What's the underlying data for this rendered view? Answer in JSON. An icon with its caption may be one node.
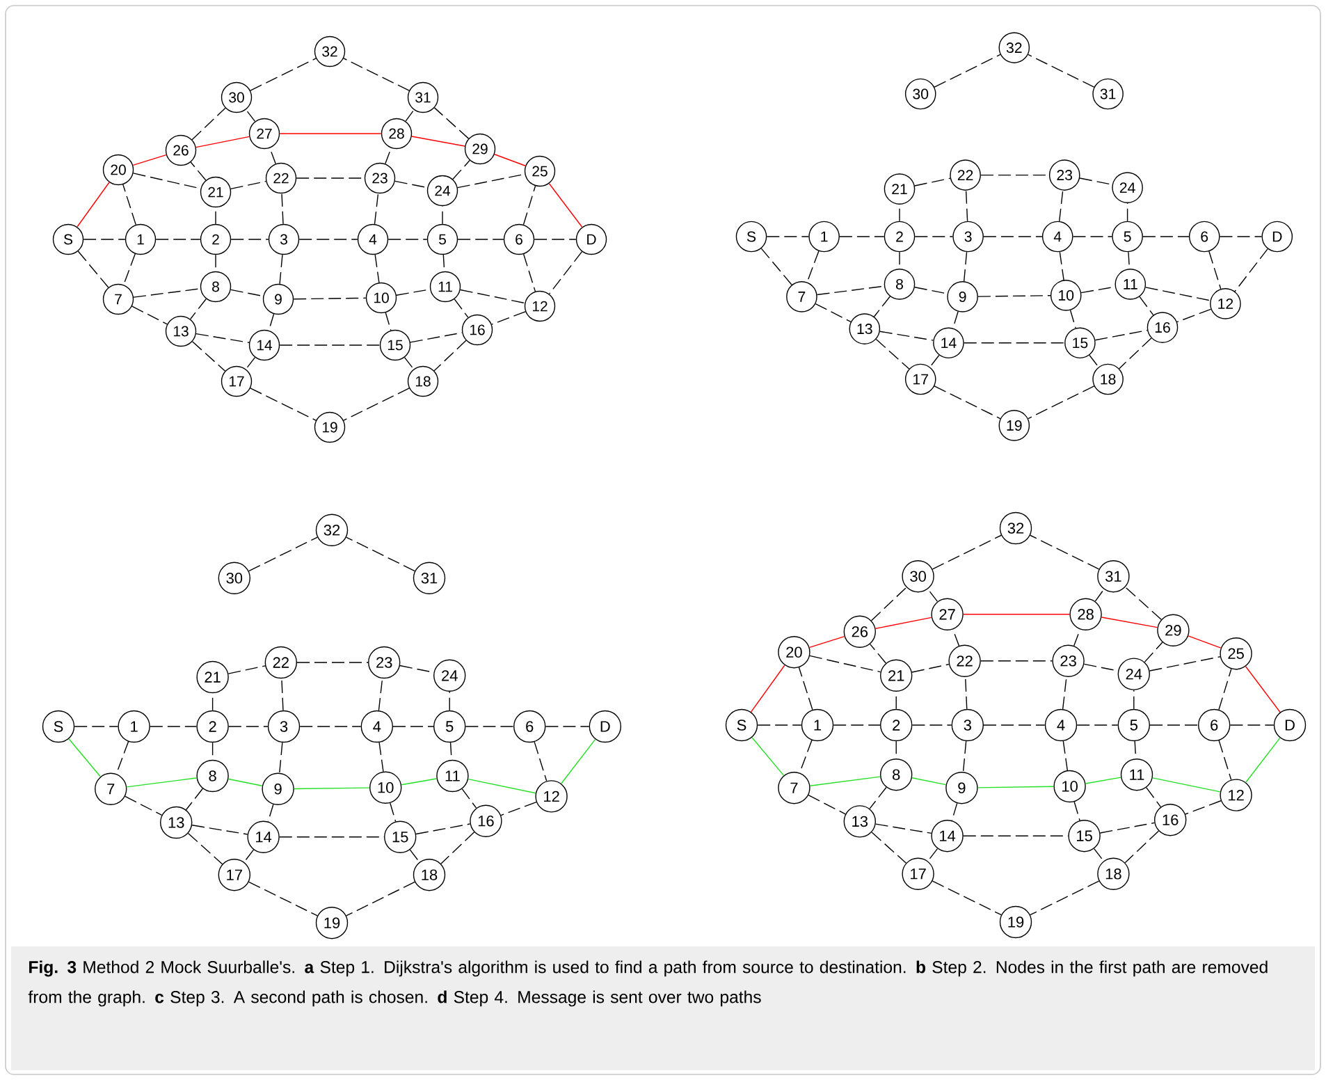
{
  "diagram": {
    "caption": "**Fig. 3**  Method 2 Mock Suurballe's. **a** Step 1. Dijkstra's algorithm is used to find a path from source to destination. **b** Step 2. Nodes in the first path are removed from the graph. **c** Step 3. A second path is chosen. **d** Step 4. Message is sent over two paths",
    "nodes": [
      {
        "text": [
          "32"
        ]
      },
      {
        "text": [
          "30"
        ]
      },
      {
        "text": [
          "31"
        ]
      },
      {
        "text": [
          "27"
        ]
      },
      {
        "text": [
          "28"
        ]
      },
      {
        "text": [
          "26"
        ]
      },
      {
        "text": [
          "29"
        ]
      },
      {
        "text": [
          "20"
        ]
      },
      {
        "text": [
          "25"
        ]
      },
      {
        "text": [
          "21"
        ]
      },
      {
        "text": [
          "22"
        ]
      },
      {
        "text": [
          "23"
        ]
      },
      {
        "text": [
          "24"
        ]
      },
      {
        "text": [
          "S"
        ]
      },
      {
        "text": [
          "1"
        ]
      },
      {
        "text": [
          "2"
        ]
      },
      {
        "text": [
          "3"
        ]
      },
      {
        "text": [
          "4"
        ]
      },
      {
        "text": [
          "5"
        ]
      },
      {
        "text": [
          "6"
        ]
      },
      {
        "text": [
          "D"
        ]
      },
      {
        "text": [
          "8"
        ]
      },
      {
        "text": [
          "11"
        ]
      },
      {
        "text": [
          "7"
        ]
      },
      {
        "text": [
          "9"
        ]
      },
      {
        "text": [
          "10"
        ]
      },
      {
        "text": [
          "12"
        ]
      },
      {
        "text": [
          "13"
        ]
      },
      {
        "text": [
          "16"
        ]
      },
      {
        "text": [
          "14"
        ]
      },
      {
        "text": [
          "15"
        ]
      },
      {
        "text": [
          "17"
        ]
      },
      {
        "text": [
          "18"
        ]
      },
      {
        "text": [
          "19"
        ]
      },
      {
        "text": [
          "32"
        ]
      },
      {
        "text": [
          "30"
        ]
      },
      {
        "text": [
          "31"
        ]
      },
      {
        "text": [
          "21"
        ]
      },
      {
        "text": [
          "22"
        ]
      },
      {
        "text": [
          "23"
        ]
      },
      {
        "text": [
          "24"
        ]
      },
      {
        "text": [
          "S"
        ]
      },
      {
        "text": [
          "1"
        ]
      },
      {
        "text": [
          "2"
        ]
      },
      {
        "text": [
          "3"
        ]
      },
      {
        "text": [
          "4"
        ]
      },
      {
        "text": [
          "5"
        ]
      },
      {
        "text": [
          "6"
        ]
      },
      {
        "text": [
          "D"
        ]
      },
      {
        "text": [
          "8"
        ]
      },
      {
        "text": [
          "11"
        ]
      },
      {
        "text": [
          "7"
        ]
      },
      {
        "text": [
          "9"
        ]
      },
      {
        "text": [
          "10"
        ]
      },
      {
        "text": [
          "12"
        ]
      },
      {
        "text": [
          "13"
        ]
      },
      {
        "text": [
          "16"
        ]
      },
      {
        "text": [
          "14"
        ]
      },
      {
        "text": [
          "15"
        ]
      },
      {
        "text": [
          "17"
        ]
      },
      {
        "text": [
          "18"
        ]
      },
      {
        "text": [
          "19"
        ]
      },
      {
        "text": [
          "32"
        ]
      },
      {
        "text": [
          "30"
        ]
      },
      {
        "text": [
          "31"
        ]
      },
      {
        "text": [
          "21"
        ]
      },
      {
        "text": [
          "22"
        ]
      },
      {
        "text": [
          "23"
        ]
      },
      {
        "text": [
          "24"
        ]
      },
      {
        "text": [
          "S"
        ]
      },
      {
        "text": [
          "1"
        ]
      },
      {
        "text": [
          "2"
        ]
      },
      {
        "text": [
          "3"
        ]
      },
      {
        "text": [
          "4"
        ]
      },
      {
        "text": [
          "5"
        ]
      },
      {
        "text": [
          "6"
        ]
      },
      {
        "text": [
          "D"
        ]
      },
      {
        "text": [
          "8"
        ]
      },
      {
        "text": [
          "11"
        ]
      },
      {
        "text": [
          "7"
        ]
      },
      {
        "text": [
          "9"
        ]
      },
      {
        "text": [
          "10"
        ]
      },
      {
        "text": [
          "12"
        ]
      },
      {
        "text": [
          "13"
        ]
      },
      {
        "text": [
          "16"
        ]
      },
      {
        "text": [
          "14"
        ]
      },
      {
        "text": [
          "15"
        ]
      },
      {
        "text": [
          "17"
        ]
      },
      {
        "text": [
          "18"
        ]
      },
      {
        "text": [
          "19"
        ]
      },
      {
        "text": [
          "32"
        ]
      },
      {
        "text": [
          "30"
        ]
      },
      {
        "text": [
          "31"
        ]
      },
      {
        "text": [
          "27"
        ]
      },
      {
        "text": [
          "28"
        ]
      },
      {
        "text": [
          "26"
        ]
      },
      {
        "text": [
          "29"
        ]
      },
      {
        "text": [
          "20"
        ]
      },
      {
        "text": [
          "25"
        ]
      },
      {
        "text": [
          "21"
        ]
      },
      {
        "text": [
          "22"
        ]
      },
      {
        "text": [
          "23"
        ]
      },
      {
        "text": [
          "24"
        ]
      },
      {
        "text": [
          "S"
        ]
      },
      {
        "text": [
          "1"
        ]
      },
      {
        "text": [
          "2"
        ]
      },
      {
        "text": [
          "3"
        ]
      },
      {
        "text": [
          "4"
        ]
      },
      {
        "text": [
          "5"
        ]
      },
      {
        "text": [
          "6"
        ]
      },
      {
        "text": [
          "D"
        ]
      },
      {
        "text": [
          "8"
        ]
      },
      {
        "text": [
          "11"
        ]
      },
      {
        "text": [
          "7"
        ]
      },
      {
        "text": [
          "9"
        ]
      },
      {
        "text": [
          "10"
        ]
      },
      {
        "text": [
          "12"
        ]
      },
      {
        "text": [
          "13"
        ]
      },
      {
        "text": [
          "16"
        ]
      },
      {
        "text": [
          "14"
        ]
      },
      {
        "text": [
          "15"
        ]
      },
      {
        "text": [
          "17"
        ]
      },
      {
        "text": [
          "18"
        ]
      },
      {
        "text": [
          "19"
        ]
      }
    ],
    "edges": [
      {
        "from": 13,
        "to": 14,
        "arrow": "none",
        "style": "dashed"
      },
      {
        "from": 13,
        "to": 7,
        "arrow": "none",
        "color": "#ff0000"
      },
      {
        "from": 13,
        "to": 23,
        "arrow": "none",
        "style": "dashed"
      },
      {
        "from": 14,
        "to": 15,
        "arrow": "none",
        "style": "dashed"
      },
      {
        "from": 14,
        "to": 7,
        "arrow": "none",
        "style": "dashed"
      },
      {
        "from": 14,
        "to": 23,
        "arrow": "none",
        "style": "dashed"
      },
      {
        "from": 15,
        "to": 16,
        "arrow": "none",
        "style": "dashed"
      },
      {
        "from": 15,
        "to": 9,
        "arrow": "none",
        "style": "dashed"
      },
      {
        "from": 15,
        "to": 21,
        "arrow": "none",
        "style": "dashed"
      },
      {
        "from": 16,
        "to": 17,
        "arrow": "none",
        "style": "dashed"
      },
      {
        "from": 16,
        "to": 10,
        "arrow": "none",
        "style": "dashed"
      },
      {
        "from": 16,
        "to": 24,
        "arrow": "none",
        "style": "dashed"
      },
      {
        "from": 17,
        "to": 18,
        "arrow": "none",
        "style": "dashed"
      },
      {
        "from": 17,
        "to": 11,
        "arrow": "none",
        "style": "dashed"
      },
      {
        "from": 17,
        "to": 25,
        "arrow": "none",
        "style": "dashed"
      },
      {
        "from": 18,
        "to": 19,
        "arrow": "none",
        "style": "dashed"
      },
      {
        "from": 18,
        "to": 12,
        "arrow": "none",
        "style": "dashed"
      },
      {
        "from": 18,
        "to": 22,
        "arrow": "none",
        "style": "dashed"
      },
      {
        "from": 19,
        "to": 20,
        "arrow": "none",
        "style": "dashed"
      },
      {
        "from": 19,
        "to": 8,
        "arrow": "none",
        "style": "dashed"
      },
      {
        "from": 19,
        "to": 26,
        "arrow": "none",
        "style": "dashed"
      },
      {
        "from": 20,
        "to": 8,
        "arrow": "none",
        "color": "#ff0000"
      },
      {
        "from": 20,
        "to": 26,
        "arrow": "none",
        "style": "dashed"
      },
      {
        "from": 7,
        "to": 9,
        "arrow": "none",
        "style": "dashed"
      },
      {
        "from": 7,
        "to": 5,
        "arrow": "none",
        "color": "#ff0000"
      },
      {
        "from": 9,
        "to": 10,
        "arrow": "none",
        "style": "dashed"
      },
      {
        "from": 9,
        "to": 5,
        "arrow": "none",
        "style": "dashed"
      },
      {
        "from": 10,
        "to": 11,
        "arrow": "none",
        "style": "dashed"
      },
      {
        "from": 10,
        "to": 3,
        "arrow": "none",
        "style": "dashed"
      },
      {
        "from": 11,
        "to": 12,
        "arrow": "none",
        "style": "dashed"
      },
      {
        "from": 11,
        "to": 4,
        "arrow": "none",
        "style": "dashed"
      },
      {
        "from": 12,
        "to": 8,
        "arrow": "none",
        "style": "dashed"
      },
      {
        "from": 12,
        "to": 6,
        "arrow": "none",
        "style": "dashed"
      },
      {
        "from": 5,
        "to": 3,
        "arrow": "none",
        "color": "#ff0000"
      },
      {
        "from": 5,
        "to": 1,
        "arrow": "none",
        "style": "dashed"
      },
      {
        "from": 3,
        "to": 4,
        "arrow": "none",
        "color": "#ff0000"
      },
      {
        "from": 3,
        "to": 1,
        "arrow": "none",
        "style": "dashed"
      },
      {
        "from": 4,
        "to": 6,
        "arrow": "none",
        "color": "#ff0000"
      },
      {
        "from": 4,
        "to": 2,
        "arrow": "none",
        "style": "dashed"
      },
      {
        "from": 6,
        "to": 8,
        "arrow": "none",
        "color": "#ff0000"
      },
      {
        "from": 6,
        "to": 2,
        "arrow": "none",
        "style": "dashed"
      },
      {
        "from": 1,
        "to": 0,
        "arrow": "none",
        "style": "dashed"
      },
      {
        "from": 2,
        "to": 0,
        "arrow": "none",
        "style": "dashed"
      },
      {
        "from": 23,
        "to": 21,
        "arrow": "none",
        "style": "dashed"
      },
      {
        "from": 23,
        "to": 27,
        "arrow": "none",
        "style": "dashed"
      },
      {
        "from": 21,
        "to": 24,
        "arrow": "none",
        "style": "dashed"
      },
      {
        "from": 21,
        "to": 27,
        "arrow": "none",
        "style": "dashed"
      },
      {
        "from": 24,
        "to": 25,
        "arrow": "none",
        "style": "dashed"
      },
      {
        "from": 24,
        "to": 29,
        "arrow": "none",
        "style": "dashed"
      },
      {
        "from": 25,
        "to": 22,
        "arrow": "none",
        "style": "dashed"
      },
      {
        "from": 25,
        "to": 30,
        "arrow": "none",
        "style": "dashed"
      },
      {
        "from": 22,
        "to": 26,
        "arrow": "none",
        "style": "dashed"
      },
      {
        "from": 22,
        "to": 28,
        "arrow": "none",
        "style": "dashed"
      },
      {
        "from": 26,
        "to": 28,
        "arrow": "none",
        "style": "dashed"
      },
      {
        "from": 27,
        "to": 29,
        "arrow": "none",
        "style": "dashed"
      },
      {
        "from": 27,
        "to": 31,
        "arrow": "none",
        "style": "dashed"
      },
      {
        "from": 29,
        "to": 30,
        "arrow": "none",
        "style": "dashed"
      },
      {
        "from": 29,
        "to": 31,
        "arrow": "none",
        "style": "dashed"
      },
      {
        "from": 30,
        "to": 28,
        "arrow": "none",
        "style": "dashed"
      },
      {
        "from": 30,
        "to": 32,
        "arrow": "none",
        "style": "dashed"
      },
      {
        "from": 28,
        "to": 32,
        "arrow": "none",
        "style": "dashed"
      },
      {
        "from": 31,
        "to": 33,
        "arrow": "none",
        "style": "dashed"
      },
      {
        "from": 32,
        "to": 33,
        "arrow": "none",
        "style": "dashed"
      },
      {
        "from": 41,
        "to": 42,
        "arrow": "none",
        "style": "dashed"
      },
      {
        "from": 41,
        "to": 51,
        "arrow": "none",
        "style": "dashed"
      },
      {
        "from": 42,
        "to": 43,
        "arrow": "none",
        "style": "dashed"
      },
      {
        "from": 42,
        "to": 51,
        "arrow": "none",
        "style": "dashed"
      },
      {
        "from": 43,
        "to": 44,
        "arrow": "none",
        "style": "dashed"
      },
      {
        "from": 43,
        "to": 37,
        "arrow": "none",
        "style": "dashed"
      },
      {
        "from": 43,
        "to": 49,
        "arrow": "none",
        "style": "dashed"
      },
      {
        "from": 44,
        "to": 45,
        "arrow": "none",
        "style": "dashed"
      },
      {
        "from": 44,
        "to": 38,
        "arrow": "none",
        "style": "dashed"
      },
      {
        "from": 44,
        "to": 52,
        "arrow": "none",
        "style": "dashed"
      },
      {
        "from": 45,
        "to": 46,
        "arrow": "none",
        "style": "dashed"
      },
      {
        "from": 45,
        "to": 39,
        "arrow": "none",
        "style": "dashed"
      },
      {
        "from": 45,
        "to": 53,
        "arrow": "none",
        "style": "dashed"
      },
      {
        "from": 46,
        "to": 47,
        "arrow": "none",
        "style": "dashed"
      },
      {
        "from": 46,
        "to": 40,
        "arrow": "none",
        "style": "dashed"
      },
      {
        "from": 46,
        "to": 50,
        "arrow": "none",
        "style": "dashed"
      },
      {
        "from": 47,
        "to": 48,
        "arrow": "none",
        "style": "dashed"
      },
      {
        "from": 47,
        "to": 54,
        "arrow": "none",
        "style": "dashed"
      },
      {
        "from": 48,
        "to": 54,
        "arrow": "none",
        "style": "dashed"
      },
      {
        "from": 37,
        "to": 38,
        "arrow": "none",
        "style": "dashed"
      },
      {
        "from": 38,
        "to": 39,
        "arrow": "none",
        "style": "dashed"
      },
      {
        "from": 39,
        "to": 40,
        "arrow": "none",
        "style": "dashed"
      },
      {
        "from": 35,
        "to": 34,
        "arrow": "none",
        "style": "dashed"
      },
      {
        "from": 36,
        "to": 34,
        "arrow": "none",
        "style": "dashed"
      },
      {
        "from": 51,
        "to": 49,
        "arrow": "none",
        "style": "dashed"
      },
      {
        "from": 51,
        "to": 55,
        "arrow": "none",
        "style": "dashed"
      },
      {
        "from": 49,
        "to": 52,
        "arrow": "none",
        "style": "dashed"
      },
      {
        "from": 49,
        "to": 55,
        "arrow": "none",
        "style": "dashed"
      },
      {
        "from": 52,
        "to": 53,
        "arrow": "none",
        "style": "dashed"
      },
      {
        "from": 52,
        "to": 57,
        "arrow": "none",
        "style": "dashed"
      },
      {
        "from": 53,
        "to": 50,
        "arrow": "none",
        "style": "dashed"
      },
      {
        "from": 53,
        "to": 58,
        "arrow": "none",
        "style": "dashed"
      },
      {
        "from": 50,
        "to": 54,
        "arrow": "none",
        "style": "dashed"
      },
      {
        "from": 50,
        "to": 56,
        "arrow": "none",
        "style": "dashed"
      },
      {
        "from": 54,
        "to": 56,
        "arrow": "none",
        "style": "dashed"
      },
      {
        "from": 55,
        "to": 57,
        "arrow": "none",
        "style": "dashed"
      },
      {
        "from": 55,
        "to": 59,
        "arrow": "none",
        "style": "dashed"
      },
      {
        "from": 57,
        "to": 58,
        "arrow": "none",
        "style": "dashed"
      },
      {
        "from": 57,
        "to": 59,
        "arrow": "none",
        "style": "dashed"
      },
      {
        "from": 58,
        "to": 56,
        "arrow": "none",
        "style": "dashed"
      },
      {
        "from": 58,
        "to": 60,
        "arrow": "none",
        "style": "dashed"
      },
      {
        "from": 56,
        "to": 60,
        "arrow": "none",
        "style": "dashed"
      },
      {
        "from": 59,
        "to": 61,
        "arrow": "none",
        "style": "dashed"
      },
      {
        "from": 60,
        "to": 61,
        "arrow": "none",
        "style": "dashed"
      },
      {
        "from": 69,
        "to": 70,
        "arrow": "none",
        "style": "dashed"
      },
      {
        "from": 69,
        "to": 79,
        "arrow": "none",
        "color": "#22e022"
      },
      {
        "from": 70,
        "to": 71,
        "arrow": "none",
        "style": "dashed"
      },
      {
        "from": 70,
        "to": 79,
        "arrow": "none",
        "style": "dashed"
      },
      {
        "from": 71,
        "to": 72,
        "arrow": "none",
        "style": "dashed"
      },
      {
        "from": 71,
        "to": 65,
        "arrow": "none",
        "style": "dashed"
      },
      {
        "from": 71,
        "to": 77,
        "arrow": "none",
        "style": "dashed"
      },
      {
        "from": 72,
        "to": 73,
        "arrow": "none",
        "style": "dashed"
      },
      {
        "from": 72,
        "to": 66,
        "arrow": "none",
        "style": "dashed"
      },
      {
        "from": 72,
        "to": 80,
        "arrow": "none",
        "style": "dashed"
      },
      {
        "from": 73,
        "to": 74,
        "arrow": "none",
        "style": "dashed"
      },
      {
        "from": 73,
        "to": 67,
        "arrow": "none",
        "style": "dashed"
      },
      {
        "from": 73,
        "to": 81,
        "arrow": "none",
        "style": "dashed"
      },
      {
        "from": 74,
        "to": 75,
        "arrow": "none",
        "style": "dashed"
      },
      {
        "from": 74,
        "to": 68,
        "arrow": "none",
        "style": "dashed"
      },
      {
        "from": 74,
        "to": 78,
        "arrow": "none",
        "style": "dashed"
      },
      {
        "from": 75,
        "to": 76,
        "arrow": "none",
        "style": "dashed"
      },
      {
        "from": 75,
        "to": 82,
        "arrow": "none",
        "style": "dashed"
      },
      {
        "from": 76,
        "to": 82,
        "arrow": "none",
        "color": "#22e022"
      },
      {
        "from": 65,
        "to": 66,
        "arrow": "none",
        "style": "dashed"
      },
      {
        "from": 66,
        "to": 67,
        "arrow": "none",
        "style": "dashed"
      },
      {
        "from": 67,
        "to": 68,
        "arrow": "none",
        "style": "dashed"
      },
      {
        "from": 63,
        "to": 62,
        "arrow": "none",
        "style": "dashed"
      },
      {
        "from": 64,
        "to": 62,
        "arrow": "none",
        "style": "dashed"
      },
      {
        "from": 79,
        "to": 77,
        "arrow": "none",
        "color": "#22e022"
      },
      {
        "from": 79,
        "to": 83,
        "arrow": "none",
        "style": "dashed"
      },
      {
        "from": 77,
        "to": 80,
        "arrow": "none",
        "color": "#22e022"
      },
      {
        "from": 77,
        "to": 83,
        "arrow": "none",
        "style": "dashed"
      },
      {
        "from": 80,
        "to": 81,
        "arrow": "none",
        "color": "#22e022"
      },
      {
        "from": 80,
        "to": 85,
        "arrow": "none",
        "style": "dashed"
      },
      {
        "from": 81,
        "to": 78,
        "arrow": "none",
        "color": "#22e022"
      },
      {
        "from": 81,
        "to": 86,
        "arrow": "none",
        "style": "dashed"
      },
      {
        "from": 78,
        "to": 82,
        "arrow": "none",
        "color": "#22e022"
      },
      {
        "from": 78,
        "to": 84,
        "arrow": "none",
        "style": "dashed"
      },
      {
        "from": 82,
        "to": 84,
        "arrow": "none",
        "style": "dashed"
      },
      {
        "from": 83,
        "to": 85,
        "arrow": "none",
        "style": "dashed"
      },
      {
        "from": 83,
        "to": 87,
        "arrow": "none",
        "style": "dashed"
      },
      {
        "from": 85,
        "to": 86,
        "arrow": "none",
        "style": "dashed"
      },
      {
        "from": 85,
        "to": 87,
        "arrow": "none",
        "style": "dashed"
      },
      {
        "from": 86,
        "to": 84,
        "arrow": "none",
        "style": "dashed"
      },
      {
        "from": 86,
        "to": 88,
        "arrow": "none",
        "style": "dashed"
      },
      {
        "from": 84,
        "to": 88,
        "arrow": "none",
        "style": "dashed"
      },
      {
        "from": 87,
        "to": 89,
        "arrow": "none",
        "style": "dashed"
      },
      {
        "from": 88,
        "to": 89,
        "arrow": "none",
        "style": "dashed"
      },
      {
        "from": 103,
        "to": 104,
        "arrow": "none",
        "style": "dashed"
      },
      {
        "from": 103,
        "to": 97,
        "arrow": "none",
        "color": "#ff0000"
      },
      {
        "from": 103,
        "to": 113,
        "arrow": "none",
        "color": "#22e022"
      },
      {
        "from": 104,
        "to": 105,
        "arrow": "none",
        "style": "dashed"
      },
      {
        "from": 104,
        "to": 97,
        "arrow": "none",
        "style": "dashed"
      },
      {
        "from": 104,
        "to": 113,
        "arrow": "none",
        "style": "dashed"
      },
      {
        "from": 105,
        "to": 106,
        "arrow": "none",
        "style": "dashed"
      },
      {
        "from": 105,
        "to": 99,
        "arrow": "none",
        "style": "dashed"
      },
      {
        "from": 105,
        "to": 111,
        "arrow": "none",
        "style": "dashed"
      },
      {
        "from": 106,
        "to": 107,
        "arrow": "none",
        "style": "dashed"
      },
      {
        "from": 106,
        "to": 100,
        "arrow": "none",
        "style": "dashed"
      },
      {
        "from": 106,
        "to": 114,
        "arrow": "none",
        "style": "dashed"
      },
      {
        "from": 107,
        "to": 108,
        "arrow": "none",
        "style": "dashed"
      },
      {
        "from": 107,
        "to": 101,
        "arrow": "none",
        "style": "dashed"
      },
      {
        "from": 107,
        "to": 115,
        "arrow": "none",
        "style": "dashed"
      },
      {
        "from": 108,
        "to": 109,
        "arrow": "none",
        "style": "dashed"
      },
      {
        "from": 108,
        "to": 102,
        "arrow": "none",
        "style": "dashed"
      },
      {
        "from": 108,
        "to": 112,
        "arrow": "none",
        "style": "dashed"
      },
      {
        "from": 109,
        "to": 110,
        "arrow": "none",
        "style": "dashed"
      },
      {
        "from": 109,
        "to": 98,
        "arrow": "none",
        "style": "dashed"
      },
      {
        "from": 109,
        "to": 116,
        "arrow": "none",
        "style": "dashed"
      },
      {
        "from": 110,
        "to": 98,
        "arrow": "none",
        "color": "#ff0000"
      },
      {
        "from": 110,
        "to": 116,
        "arrow": "none",
        "color": "#22e022"
      },
      {
        "from": 97,
        "to": 99,
        "arrow": "none",
        "style": "dashed"
      },
      {
        "from": 97,
        "to": 95,
        "arrow": "none",
        "color": "#ff0000"
      },
      {
        "from": 99,
        "to": 100,
        "arrow": "none",
        "style": "dashed"
      },
      {
        "from": 99,
        "to": 95,
        "arrow": "none",
        "style": "dashed"
      },
      {
        "from": 100,
        "to": 101,
        "arrow": "none",
        "style": "dashed"
      },
      {
        "from": 100,
        "to": 93,
        "arrow": "none",
        "style": "dashed"
      },
      {
        "from": 101,
        "to": 102,
        "arrow": "none",
        "style": "dashed"
      },
      {
        "from": 101,
        "to": 94,
        "arrow": "none",
        "style": "dashed"
      },
      {
        "from": 102,
        "to": 98,
        "arrow": "none",
        "style": "dashed"
      },
      {
        "from": 102,
        "to": 96,
        "arrow": "none",
        "style": "dashed"
      },
      {
        "from": 95,
        "to": 93,
        "arrow": "none",
        "color": "#ff0000"
      },
      {
        "from": 95,
        "to": 91,
        "arrow": "none",
        "style": "dashed"
      },
      {
        "from": 93,
        "to": 94,
        "arrow": "none",
        "color": "#ff0000"
      },
      {
        "from": 93,
        "to": 91,
        "arrow": "none",
        "style": "dashed"
      },
      {
        "from": 94,
        "to": 96,
        "arrow": "none",
        "color": "#ff0000"
      },
      {
        "from": 94,
        "to": 92,
        "arrow": "none",
        "style": "dashed"
      },
      {
        "from": 96,
        "to": 98,
        "arrow": "none",
        "color": "#ff0000"
      },
      {
        "from": 96,
        "to": 92,
        "arrow": "none",
        "style": "dashed"
      },
      {
        "from": 91,
        "to": 90,
        "arrow": "none",
        "style": "dashed"
      },
      {
        "from": 92,
        "to": 90,
        "arrow": "none",
        "style": "dashed"
      },
      {
        "from": 113,
        "to": 111,
        "arrow": "none",
        "color": "#22e022"
      },
      {
        "from": 113,
        "to": 117,
        "arrow": "none",
        "style": "dashed"
      },
      {
        "from": 111,
        "to": 114,
        "arrow": "none",
        "color": "#22e022"
      },
      {
        "from": 111,
        "to": 117,
        "arrow": "none",
        "style": "dashed"
      },
      {
        "from": 114,
        "to": 115,
        "arrow": "none",
        "color": "#22e022"
      },
      {
        "from": 114,
        "to": 119,
        "arrow": "none",
        "style": "dashed"
      },
      {
        "from": 115,
        "to": 112,
        "arrow": "none",
        "color": "#22e022"
      },
      {
        "from": 115,
        "to": 120,
        "arrow": "none",
        "style": "dashed"
      },
      {
        "from": 112,
        "to": 116,
        "arrow": "none",
        "color": "#22e022"
      },
      {
        "from": 112,
        "to": 118,
        "arrow": "none",
        "style": "dashed"
      },
      {
        "from": 116,
        "to": 118,
        "arrow": "none",
        "style": "dashed"
      },
      {
        "from": 117,
        "to": 119,
        "arrow": "none",
        "style": "dashed"
      },
      {
        "from": 117,
        "to": 121,
        "arrow": "none",
        "style": "dashed"
      },
      {
        "from": 119,
        "to": 120,
        "arrow": "none",
        "style": "dashed"
      },
      {
        "from": 119,
        "to": 121,
        "arrow": "none",
        "style": "dashed"
      },
      {
        "from": 120,
        "to": 118,
        "arrow": "none",
        "style": "dashed"
      },
      {
        "from": 120,
        "to": 122,
        "arrow": "none",
        "style": "dashed"
      },
      {
        "from": 118,
        "to": 122,
        "arrow": "none",
        "style": "dashed"
      },
      {
        "from": 121,
        "to": 123,
        "arrow": "none",
        "style": "dashed"
      },
      {
        "from": 122,
        "to": 123,
        "arrow": "none",
        "style": "dashed"
      }
    ]
  }
}
